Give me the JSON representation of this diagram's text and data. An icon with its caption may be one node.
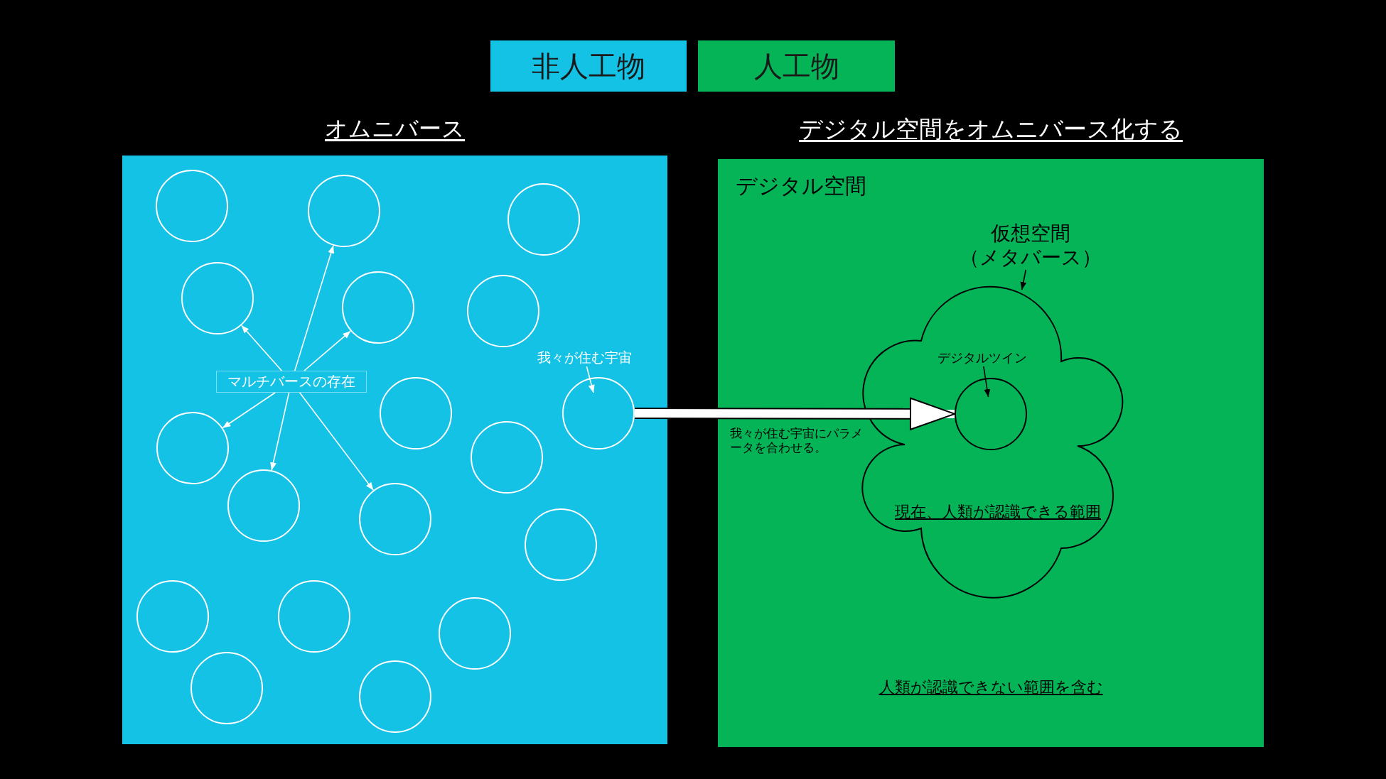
{
  "diagram": {
    "nodes": [
      {
        "text": [
          "オムニバース"
        ]
      },
      {
        "text": [],
        "shape": "circle",
        "in": 0
      },
      {
        "text": [],
        "shape": "circle",
        "in": 0
      },
      {
        "text": [],
        "shape": "circle",
        "in": 0
      },
      {
        "text": [],
        "shape": "circle",
        "in": 0
      },
      {
        "text": [],
        "shape": "circle",
        "in": 0
      },
      {
        "text": [],
        "shape": "circle",
        "in": 0
      },
      {
        "text": [],
        "shape": "circle",
        "in": 0
      },
      {
        "text": [],
        "shape": "circle",
        "in": 0
      },
      {
        "text": [],
        "shape": "circle",
        "in": 0
      },
      {
        "text": [],
        "shape": "circle",
        "in": 0
      },
      {
        "text": [],
        "shape": "circle",
        "in": 0
      },
      {
        "text": [],
        "shape": "circle",
        "in": 0
      },
      {
        "text": [],
        "shape": "circle",
        "in": 0
      },
      {
        "text": [],
        "shape": "circle",
        "in": 0
      },
      {
        "text": [],
        "shape": "circle",
        "in": 0
      },
      {
        "text": [],
        "shape": "circle",
        "in": 0
      },
      {
        "text": [],
        "shape": "circle",
        "in": 0
      },
      {
        "text": [],
        "shape": "circle",
        "in": 0
      },
      {
        "text": [
          "マルチバースの存在"
        ],
        "in": 0
      },
      {
        "text": [
          "我々が住む宇宙"
        ],
        "in": 0
      },
      {
        "text": [
          "デジタル空間をオムニバース化する",
          "デジタル空間",
          "人類が認識できない範囲を含む"
        ]
      },
      {
        "text": [
          "仮想空間",
          "（メタバース）"
        ],
        "in": 21
      },
      {
        "text": [
          "現在、人類が認識できる範囲"
        ],
        "in": 21
      },
      {
        "text": [
          "デジタルツイン"
        ],
        "in": 23
      },
      {
        "text": [],
        "shape": "circle",
        "in": 23
      }
    ],
    "edges": [
      {
        "from": 19,
        "to": 4,
        "arrow": "to"
      },
      {
        "from": 19,
        "to": 2,
        "arrow": "to"
      },
      {
        "from": 19,
        "to": 5,
        "arrow": "to"
      },
      {
        "from": 19,
        "to": 9,
        "arrow": "to"
      },
      {
        "from": 19,
        "to": 11,
        "arrow": "to"
      },
      {
        "from": 19,
        "to": 12,
        "arrow": "to"
      },
      {
        "from": 20,
        "to": 8,
        "arrow": "to"
      },
      {
        "from": 8,
        "to": 25,
        "arrow": "to",
        "label": "我々が住む宇宙にパラメータを合わせる。",
        "style": "thick"
      },
      {
        "from": 22,
        "to": 23,
        "arrow": "to",
        "color": "#000000"
      },
      {
        "from": 24,
        "to": 25,
        "arrow": "to",
        "color": "#000000"
      }
    ],
    "legend": [
      {
        "text": "非人工物",
        "color": "#14c2e6"
      },
      {
        "text": "人工物",
        "color": "#05b456"
      }
    ]
  }
}
